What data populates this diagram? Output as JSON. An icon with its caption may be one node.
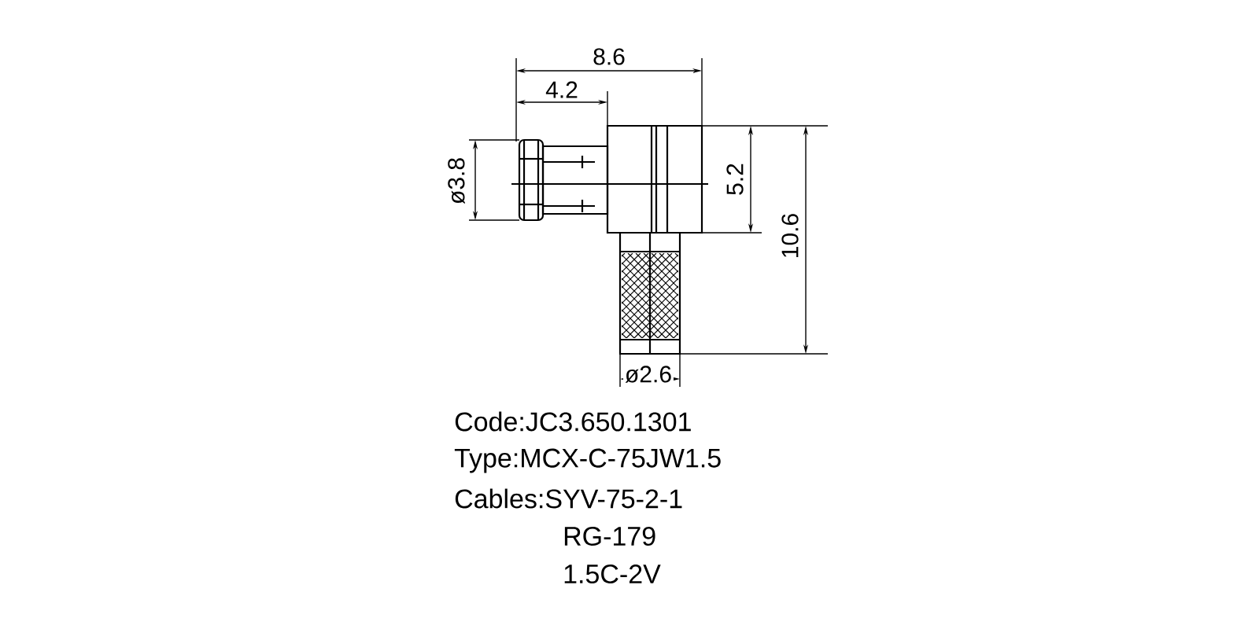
{
  "diagram": {
    "labels": [
      "8.6",
      "4.2",
      "ø3.8",
      "5.2",
      "10.6",
      "ø2.6",
      "Code:JC3.650.1301",
      "Type:MCX-C-75JW1.5",
      "Cables:SYV-75-2-1",
      "RG-179",
      "1.5C-2V"
    ]
  }
}
